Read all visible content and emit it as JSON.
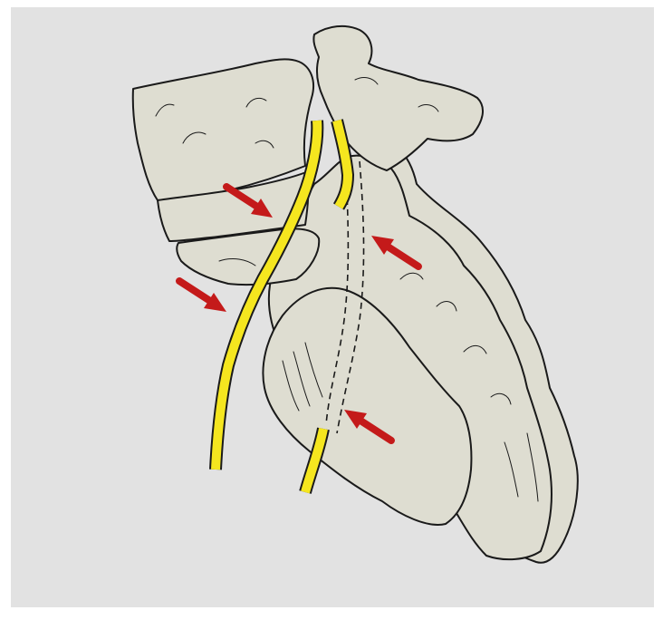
{
  "figure": {
    "caption": "",
    "background_color": "#e2e2e2",
    "bone_fill_color": "#deddd1",
    "outline_color": "#1a1a1a",
    "nerve_color": "#f5e61f",
    "arrow_color": "#c41a1a",
    "structures": [
      "lumbar-vertebra-body",
      "intervertebral-disc",
      "facet-joint",
      "sacrum",
      "ilium",
      "nerve-roots"
    ],
    "nerve_roots": [
      "exiting-nerve-root",
      "traversing-nerve-root"
    ],
    "arrows": [
      "disc-level-arrow",
      "lateral-arrow",
      "sacral-upper-arrow",
      "sacral-lower-arrow"
    ]
  }
}
